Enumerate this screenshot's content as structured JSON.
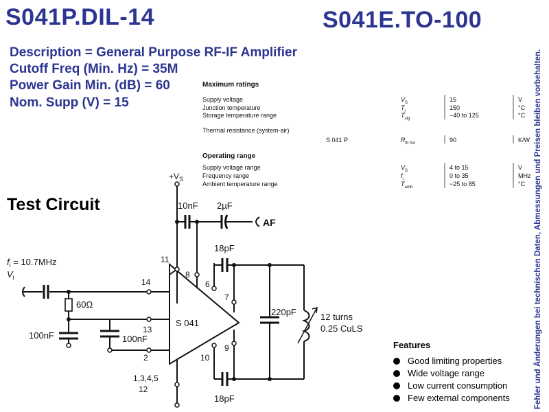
{
  "titles": {
    "left": "S041P.DIL-14",
    "right": "S041E.TO-100"
  },
  "specs": [
    "Description = General Purpose RF-IF Amplifier",
    "Cutoff Freq (Min. Hz) = 35M",
    "Power Gain Min. (dB) = 60",
    "Nom. Supp (V) = 15"
  ],
  "side_note": "Fehler und Änderungen bei technischen Daten, Abmessungen und Preisen bleiben vorbehalten.",
  "max_ratings": {
    "heading": "Maximum ratings",
    "rows": [
      {
        "param": "Supply voltage",
        "symbol": "V_S",
        "value": "15",
        "unit": "V"
      },
      {
        "param": "Junction temperature",
        "symbol": "T_j",
        "value": "150",
        "unit": "°C"
      },
      {
        "param": "Storage temperature range",
        "symbol": "T_stg",
        "value": "−40 to 125",
        "unit": "°C"
      }
    ],
    "thermal": {
      "param": "Thermal resistance (system-air)",
      "device": "S 041 P",
      "symbol": "R_th SA",
      "value": "90",
      "unit": "K/W"
    }
  },
  "operating_range": {
    "heading": "Operating range",
    "rows": [
      {
        "param": "Supply voltage range",
        "symbol": "V_S",
        "value": "4 to 15",
        "unit": "V"
      },
      {
        "param": "Frequency range",
        "symbol": "f_i",
        "value": "0 to 35",
        "unit": "MHz"
      },
      {
        "param": "Ambient temperature range",
        "symbol": "T_amb",
        "value": "−25 to 85",
        "unit": "°C"
      }
    ]
  },
  "test_circuit": {
    "heading": "Test Circuit",
    "labels": {
      "vs": "+V",
      "vs_sub": "S",
      "c10n": "10nF",
      "c2u": "2µF",
      "af": "AF",
      "c18p_top": "18pF",
      "c18p_bot": "18pF",
      "fi": "f",
      "fi_sub": "i",
      "fi_val": " = 10.7MHz",
      "vi": "V",
      "vi_sub": "i",
      "r60": "60Ω",
      "c100n_left": "100nF",
      "c100n_right": "100nF",
      "c220p": "220pF",
      "coil_1": "12 turns",
      "coil_2": "0.25 CuLS",
      "ic": "S 041",
      "pin11": "11",
      "pin8": "8",
      "pin14": "14",
      "pin13": "13",
      "pin2": "2",
      "pin6": "6",
      "pin7": "7",
      "pin9": "9",
      "pin10": "10",
      "pins_gnd_1": "1,3,4,5",
      "pins_gnd_2": "12"
    }
  },
  "features": {
    "heading": "Features",
    "items": [
      "Good limiting properties",
      "Wide voltage range",
      "Low current consumption",
      "Few external components"
    ]
  }
}
